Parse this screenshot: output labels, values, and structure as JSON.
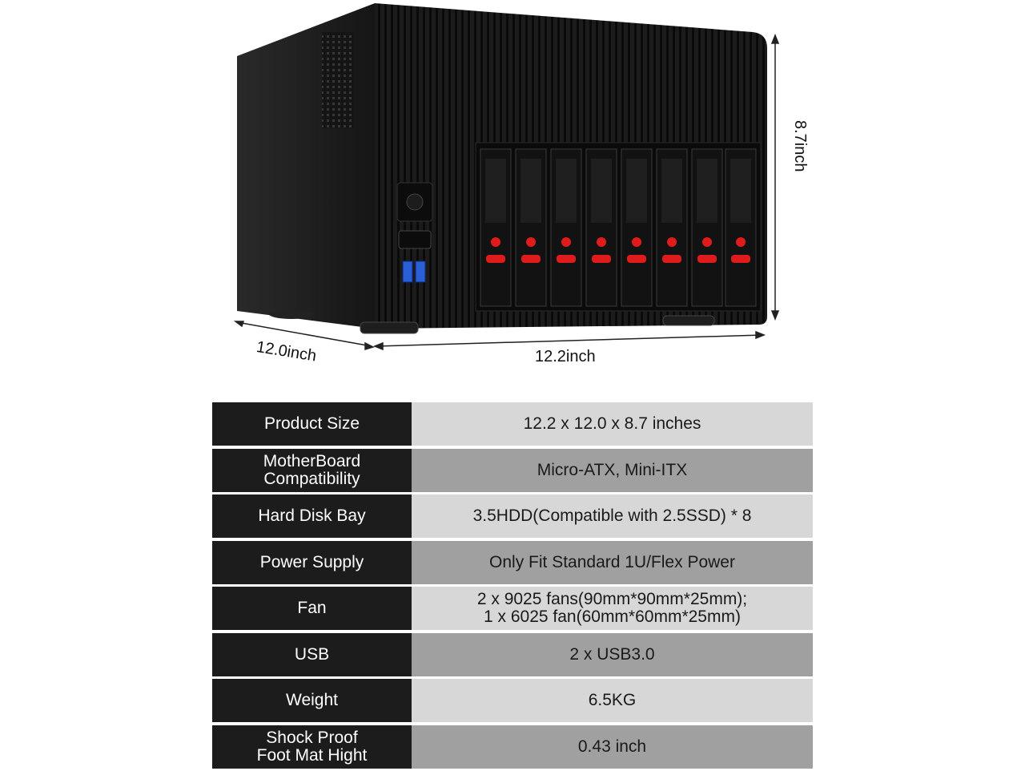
{
  "dimensions": {
    "depth": "12.0inch",
    "width": "12.2inch",
    "height": "8.7inch"
  },
  "specs": [
    {
      "label": "Product Size",
      "value": "12.2 x 12.0 x 8.7 inches"
    },
    {
      "label": "MotherBoard\nCompatibility",
      "value": "Micro-ATX, Mini-ITX"
    },
    {
      "label": "Hard Disk Bay",
      "value": "3.5HDD(Compatible with 2.5SSD) * 8"
    },
    {
      "label": "Power Supply",
      "value": "Only Fit Standard 1U/Flex Power"
    },
    {
      "label": "Fan",
      "value": "2 x 9025 fans(90mm*90mm*25mm);\n1 x 6025 fan(60mm*60mm*25mm)"
    },
    {
      "label": "USB",
      "value": "2 x USB3.0"
    },
    {
      "label": "Weight",
      "value": "6.5KG"
    },
    {
      "label": "Shock Proof\nFoot Mat Hight",
      "value": "0.43 inch"
    }
  ],
  "colors": {
    "case_body": "#1a1a1a",
    "latch_red": "#e01b1b",
    "usb_blue": "#2a5fd6"
  }
}
